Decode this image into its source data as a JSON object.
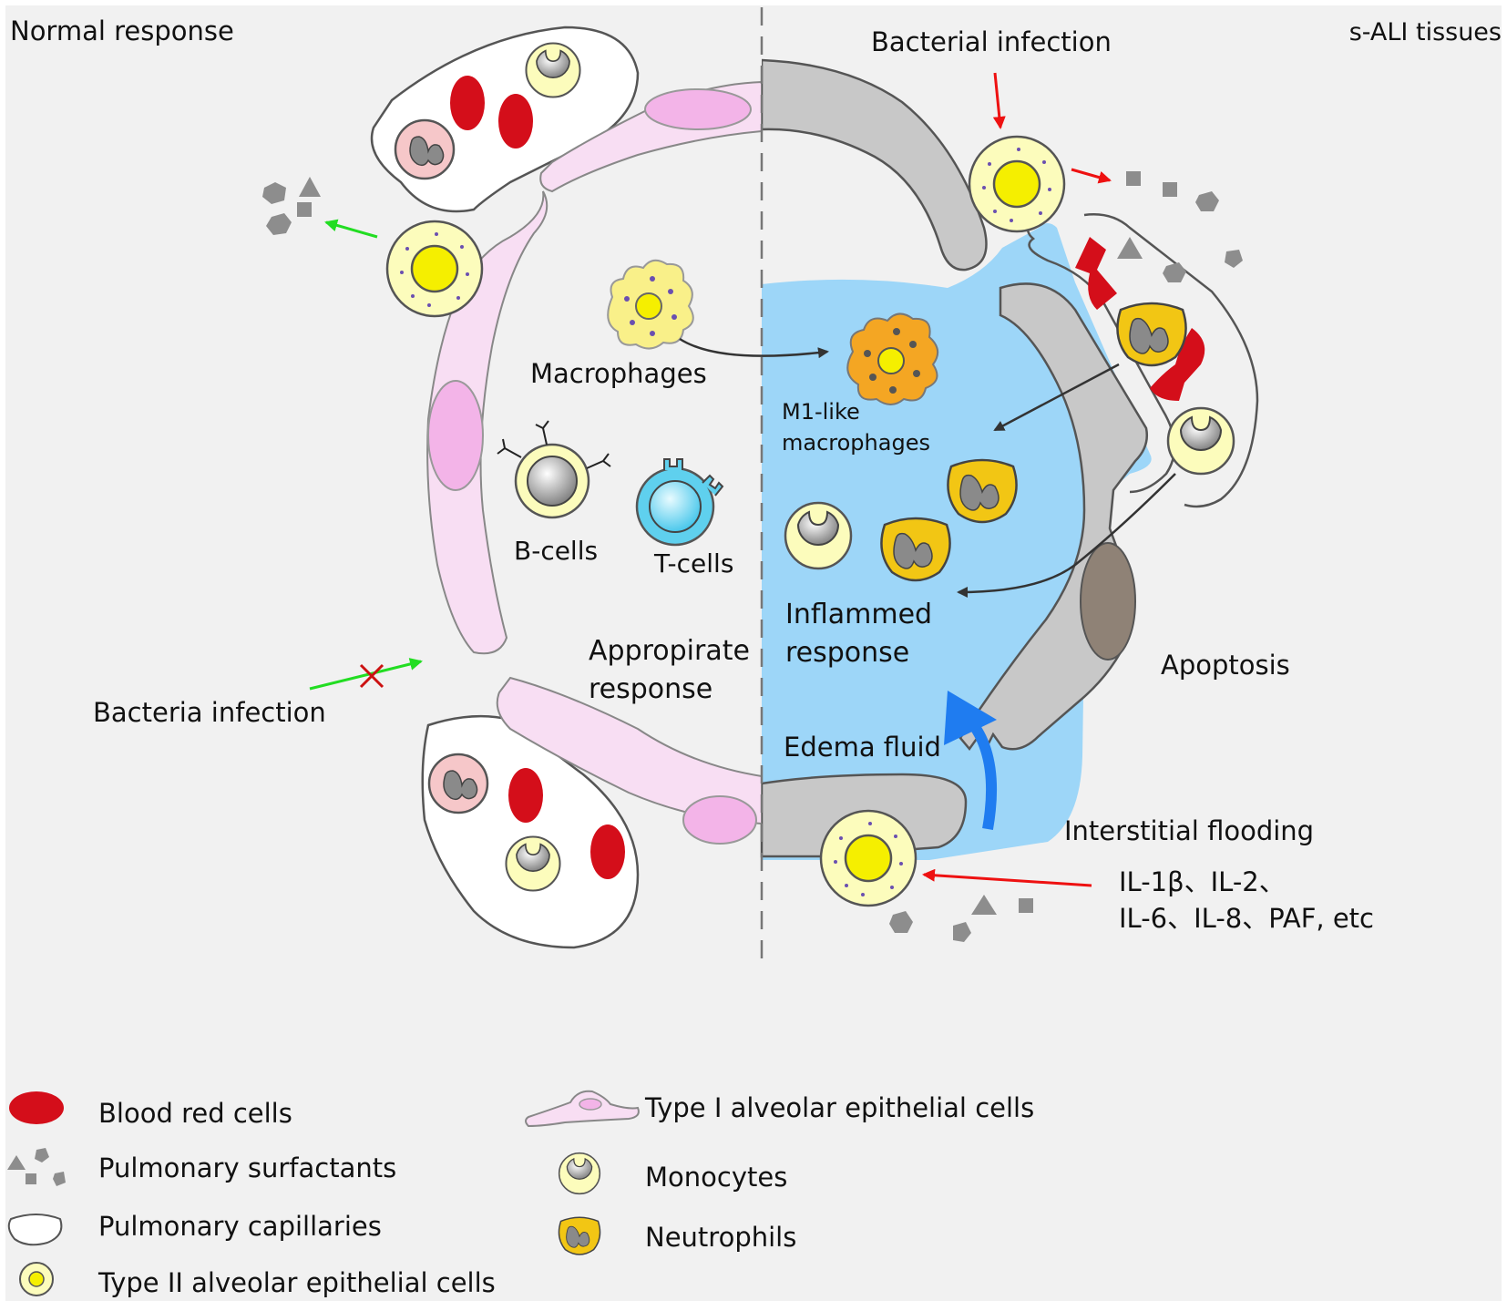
{
  "colors": {
    "background": "#f1f1f1",
    "red_cell": "#d40e1a",
    "type1_cell": "#f8def3",
    "type1_nucleus": "#f3b4e8",
    "type2_cell": "#fcfcbc",
    "type2_nucleus": "#f5ef00",
    "neutrophil": "#f2c614",
    "macrophage": "#f9f089",
    "m1_macrophage": "#f4a623",
    "edema_fluid": "#9dd6f8",
    "grey_tissue": "#c8c8c8",
    "t_cell": "#5fd0ee",
    "green_arrow": "#22dd22",
    "red_arrow": "#ee1111",
    "blue_arrow": "#1f7cf0"
  },
  "labels": {
    "normal_response": "Normal response",
    "sali_tissues": "s-ALI tissues",
    "bacterial_infection": "Bacterial infection",
    "bacteria_infection": "Bacteria infection",
    "macrophages": "Macrophages",
    "m1_like_line1": "M1-like",
    "m1_like_line2": "macrophages",
    "b_cells": "B-cells",
    "t_cells": "T-cells",
    "inflammed_line1": "Inflammed",
    "inflammed_line2": "response",
    "appropriate_line1": "Appropirate",
    "appropriate_line2": "response",
    "apoptosis": "Apoptosis",
    "edema_fluid": "Edema fluid",
    "interstitial_flooding": "Interstitial flooding",
    "cytokines_line1": "IL-1β、IL-2、",
    "cytokines_line2": "IL-6、IL-8、PAF, etc"
  },
  "legend": {
    "left": [
      {
        "icon": "red-blood-cell-icon",
        "label": "Blood red cells"
      },
      {
        "icon": "surfactant-icon",
        "label": "Pulmonary surfactants"
      },
      {
        "icon": "capillary-icon",
        "label": "Pulmonary capillaries"
      },
      {
        "icon": "type2-cell-icon",
        "label": "Type II alveolar epithelial cells"
      }
    ],
    "right": [
      {
        "icon": "type1-cell-icon",
        "label": "Type I alveolar epithelial cells"
      },
      {
        "icon": "monocyte-icon",
        "label": "Monocytes"
      },
      {
        "icon": "neutrophil-icon",
        "label": "Neutrophils"
      }
    ]
  }
}
